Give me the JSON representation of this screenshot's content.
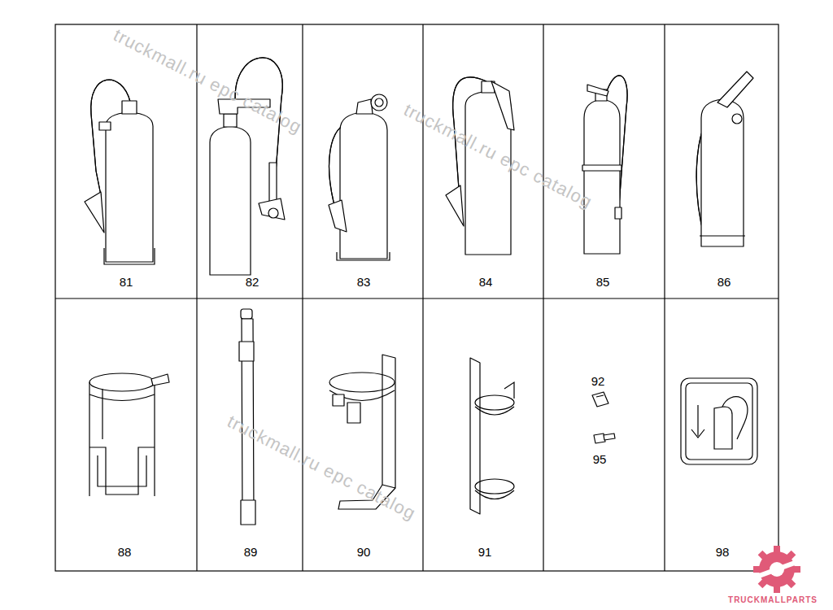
{
  "diagram": {
    "labels": [
      "81",
      "82",
      "83",
      "84",
      "85",
      "86",
      "88",
      "89",
      "90",
      "91",
      "92",
      "95",
      "98",
      "truckmall.ru epc catalog",
      "truckmall.ru epc catalog",
      "truckmall.ru epc catalog",
      "TRUCKMALLPARTS"
    ]
  }
}
